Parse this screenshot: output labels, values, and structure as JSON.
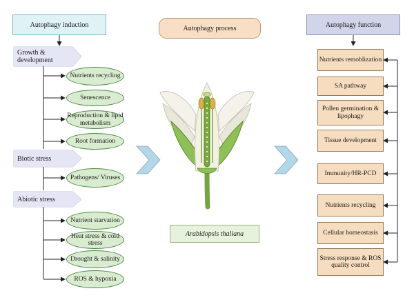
{
  "headers": {
    "induction": "Autophagy induction",
    "process": "Autophagy process",
    "function": "Autophagy function"
  },
  "categories": {
    "growth": "Growth & development",
    "biotic": "Biotic stress",
    "abiotic": "Abiotic stress"
  },
  "induction_items": [
    "Nutrients recycling",
    "Senescence",
    "Reproduction & lipid metabolism",
    "Root formation",
    "Pathogens/ Viruses",
    "Nutrient starvation",
    "Heat stress & cold stress",
    "Drought & salinity",
    "ROS & hypoxia"
  ],
  "species": "Arabidopsis thaliana",
  "functions": [
    "Nutrients remoblization",
    "SA pathway",
    "Pollen germination & lipophagy",
    "Tissue development",
    "Immunity/HR-PCD",
    "Nutrients recycling",
    "Cellular homeostasis",
    "Stress response & ROS quality control"
  ],
  "colors": {
    "induction_header": "#dff2f6",
    "process_header": "#f8dec4",
    "function_header": "#d2d4ea",
    "category": "#e4e6f5",
    "oval_fill": "#d9ecd0",
    "oval_border": "#4f8a48",
    "function_box": "#f7ddbf",
    "chevron": "#b4d7e8"
  }
}
